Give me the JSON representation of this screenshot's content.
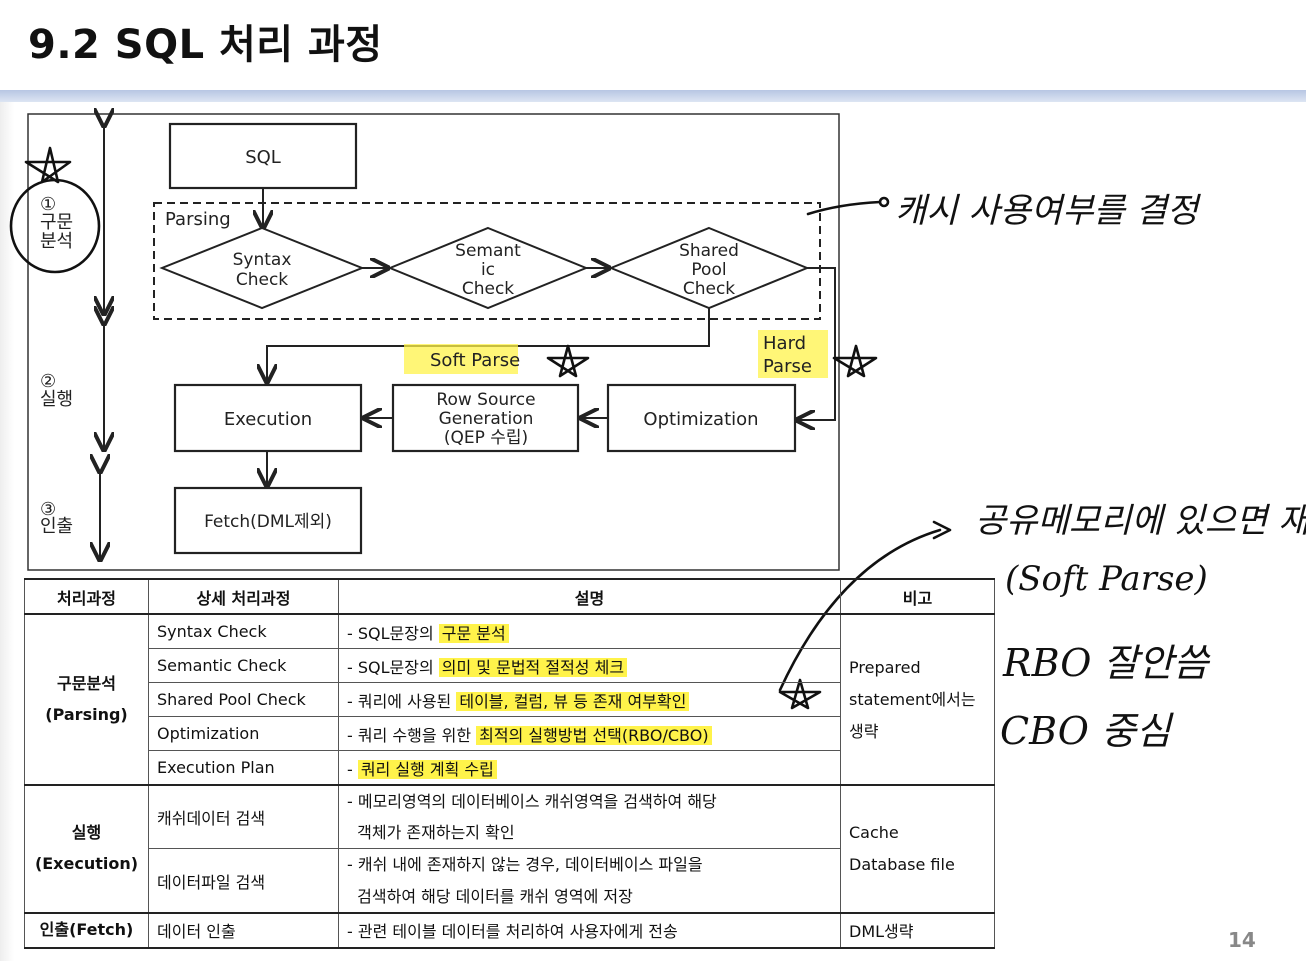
{
  "slide": {
    "title": "9.2  SQL 처리 과정",
    "page_number": "14"
  },
  "diagram": {
    "stages": [
      {
        "num": "①",
        "line1": "구문",
        "line2": "분석"
      },
      {
        "num": "②",
        "line1": "실행",
        "line2": ""
      },
      {
        "num": "③",
        "line1": "인출",
        "line2": ""
      }
    ],
    "sql_box": "SQL",
    "parsing_label": "Parsing",
    "syntax_check": [
      "Syntax",
      "Check"
    ],
    "semantic_check": [
      "Semant",
      "ic",
      "Check"
    ],
    "shared_pool_check": [
      "Shared",
      "Pool",
      "Check"
    ],
    "soft_parse": "Soft Parse",
    "hard_parse": [
      "Hard",
      "Parse"
    ],
    "execution": "Execution",
    "row_source": [
      "Row Source",
      "Generation",
      "(QEP 수립)"
    ],
    "optimization": "Optimization",
    "fetch": "Fetch(DML제외)"
  },
  "annotations": {
    "cache_note": "캐시 사용여부를 결정",
    "shared_memory_note": "공유메모리에 있으면 재사용",
    "soft_parse_note": "(Soft Parse)",
    "rbo_note": "RBO 잘안씀",
    "cbo_note": "CBO 중심"
  },
  "table": {
    "headers": [
      "처리과정",
      "상세 처리과정",
      "설명",
      "비고"
    ],
    "parsing_group": {
      "line1": "구문분석",
      "line2": "(Parsing)"
    },
    "parsing_rows": [
      {
        "detail": "Syntax Check",
        "prefix": "- SQL문장의 ",
        "mark": "구문 분석",
        "suffix": ""
      },
      {
        "detail": "Semantic Check",
        "prefix": "- SQL문장의 ",
        "mark": "의미 및 문법적 절적성 체크",
        "suffix": ""
      },
      {
        "detail": "Shared Pool Check",
        "prefix": "- 쿼리에 사용된 ",
        "mark": "테이블, 컬럼, 뷰 등 존재 여부확인",
        "suffix": ""
      },
      {
        "detail": "Optimization",
        "prefix": "- 쿼리 수행을 위한 ",
        "mark": "최적의 실행방법 선택(RBO/CBO)",
        "suffix": ""
      },
      {
        "detail": "Execution Plan",
        "prefix": "- ",
        "mark": "쿼리 실행 계획 수립",
        "suffix": ""
      }
    ],
    "parsing_note": [
      "Prepared",
      "statement에서는",
      "생략"
    ],
    "exec_group": {
      "line1": "실행",
      "line2": "(Execution)"
    },
    "exec_rows": [
      {
        "detail": "캐쉬데이터 검색",
        "desc1": "- 메모리영역의 데이터베이스 캐쉬영역을 검색하여 해당",
        "desc2": "객체가 존재하는지 확인"
      },
      {
        "detail": "데이터파일 검색",
        "desc1": "- 캐쉬 내에 존재하지 않는 경우, 데이터베이스 파일을",
        "desc2": "검색하여 해당 데이터를 캐쉬 영역에 저장"
      }
    ],
    "exec_note": [
      "Cache",
      "Database file"
    ],
    "fetch_group": "인출(Fetch)",
    "fetch_row": {
      "detail": "데이터 인출",
      "desc": "- 관련 테이블 데이터를 처리하여 사용자에게 전송"
    },
    "fetch_note": "DML생략"
  },
  "colors": {
    "highlight": "#fff34a",
    "title_bar": "#b7c6e3"
  }
}
